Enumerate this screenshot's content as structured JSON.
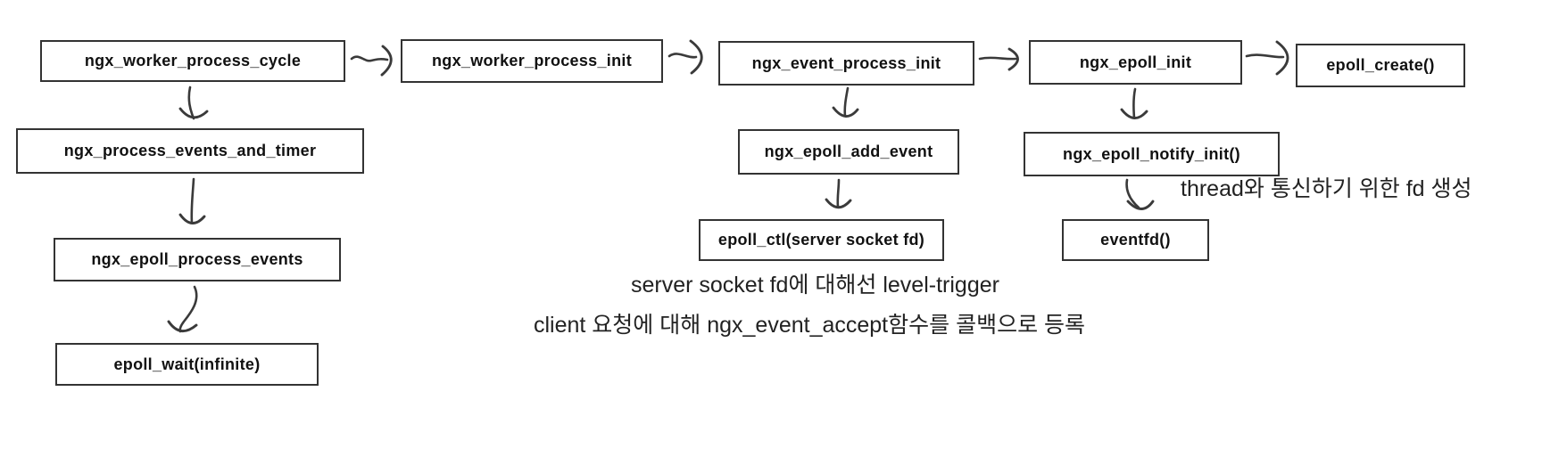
{
  "colors": {
    "background": "#ffffff",
    "box_border": "#333333",
    "box_text": "#111111",
    "arrow": "#3a3a3a",
    "annotation_text": "#222222"
  },
  "nodes": [
    {
      "id": "worker-cycle",
      "label": "ngx_worker_process_cycle"
    },
    {
      "id": "worker-init",
      "label": "ngx_worker_process_init"
    },
    {
      "id": "event-process-init",
      "label": "ngx_event_process_init"
    },
    {
      "id": "epoll-init",
      "label": "ngx_epoll_init"
    },
    {
      "id": "epoll-create",
      "label": "epoll_create()"
    },
    {
      "id": "process-events-and-timer",
      "label": "ngx_process_events_and_timer"
    },
    {
      "id": "epoll-process-events",
      "label": "ngx_epoll_process_events"
    },
    {
      "id": "epoll-wait",
      "label": "epoll_wait(infinite)"
    },
    {
      "id": "epoll-add-event",
      "label": "ngx_epoll_add_event"
    },
    {
      "id": "epoll-ctl",
      "label": "epoll_ctl(server socket fd)"
    },
    {
      "id": "epoll-notify-init",
      "label": "ngx_epoll_notify_init()"
    },
    {
      "id": "eventfd",
      "label": "eventfd()"
    }
  ],
  "edges": [
    {
      "from": "ngx_worker_process_cycle",
      "to": "ngx_worker_process_init"
    },
    {
      "from": "ngx_worker_process_init",
      "to": "ngx_event_process_init"
    },
    {
      "from": "ngx_event_process_init",
      "to": "ngx_epoll_init"
    },
    {
      "from": "ngx_epoll_init",
      "to": "epoll_create()"
    },
    {
      "from": "ngx_worker_process_cycle",
      "to": "ngx_process_events_and_timer"
    },
    {
      "from": "ngx_process_events_and_timer",
      "to": "ngx_epoll_process_events"
    },
    {
      "from": "ngx_epoll_process_events",
      "to": "epoll_wait(infinite)"
    },
    {
      "from": "ngx_event_process_init",
      "to": "ngx_epoll_add_event"
    },
    {
      "from": "ngx_epoll_add_event",
      "to": "epoll_ctl(server socket fd)"
    },
    {
      "from": "ngx_epoll_init",
      "to": "ngx_epoll_notify_init()"
    },
    {
      "from": "ngx_epoll_notify_init()",
      "to": "eventfd()"
    }
  ],
  "annotations": [
    {
      "id": "thread-fd-note",
      "text": "thread와 통신하기 위한 fd 생성"
    },
    {
      "id": "level-trigger-note",
      "text": "server socket fd에 대해선 level-trigger"
    },
    {
      "id": "accept-callback-note",
      "text": "client 요청에 대해 ngx_event_accept함수를 콜백으로 등록"
    }
  ]
}
